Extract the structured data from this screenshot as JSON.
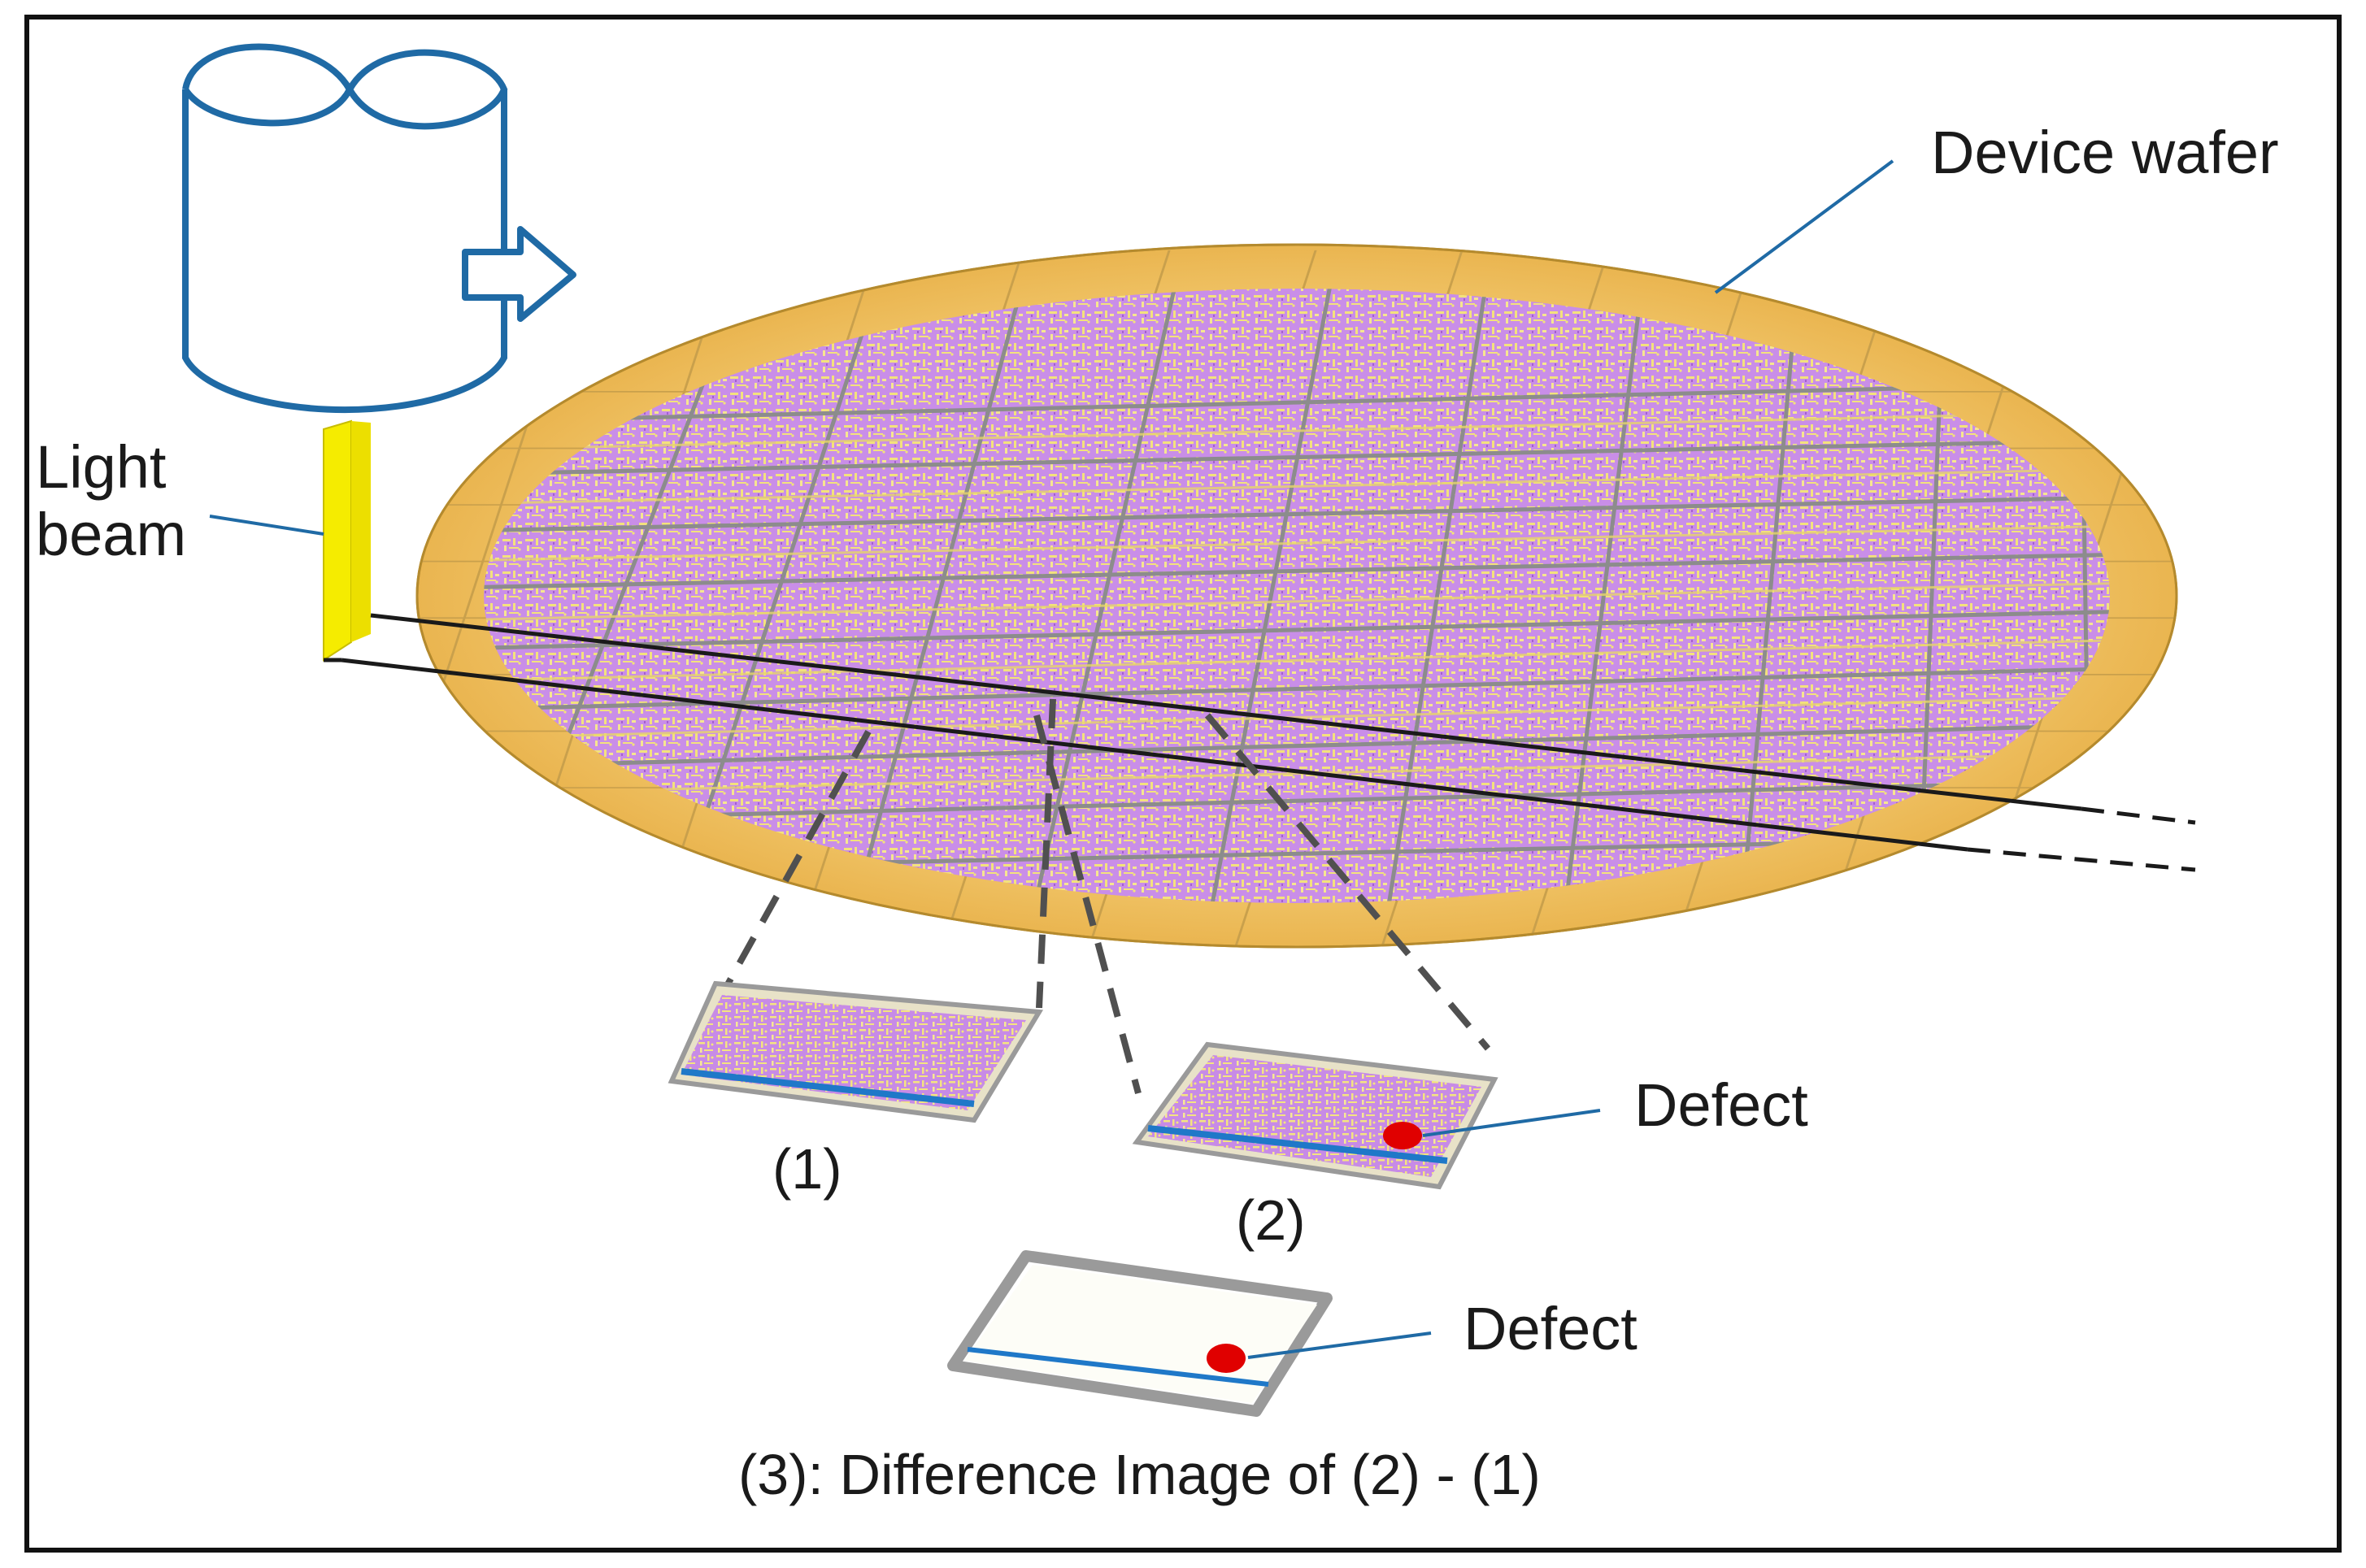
{
  "labels": {
    "device_wafer": "Device wafer",
    "light": "Light",
    "beam": "beam",
    "defect_2": "Defect",
    "defect_3": "Defect",
    "caption_1": "(1)",
    "caption_2": "(2)",
    "caption_3": "(3): Difference Image of (2) - (1)"
  },
  "colors": {
    "wafer_rim": "#f0c060",
    "die_fill": "#c58ae6",
    "die_pattern": "#f5e37a",
    "scribe_line": "#8a8a8a",
    "camera_outline": "#1f6aa5",
    "beam": "#f5ec00",
    "defect": "#e00000",
    "blue_line": "#1f78c8",
    "frame_gray": "#9a9a9a"
  },
  "icons": {
    "camera": "camera-cylinder-icon",
    "scan_arrow": "arrow-right-icon"
  }
}
